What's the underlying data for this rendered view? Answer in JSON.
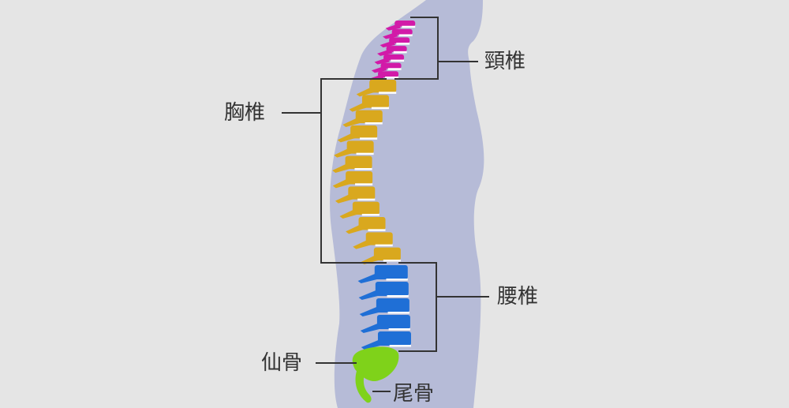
{
  "labels": {
    "cervical": "頸椎",
    "thoracic": "胸椎",
    "lumbar": "腰椎",
    "sacrum": "仙骨",
    "coccyx": "尾骨"
  },
  "colors": {
    "background": "#e5e5e5",
    "body": "#b6bbd7",
    "cervical": "#d21aa8",
    "thoracic": "#d9a81e",
    "lumbar": "#1f6fd6",
    "sacrum": "#7fd21a",
    "disc": "#ffffff",
    "line": "#333333"
  }
}
